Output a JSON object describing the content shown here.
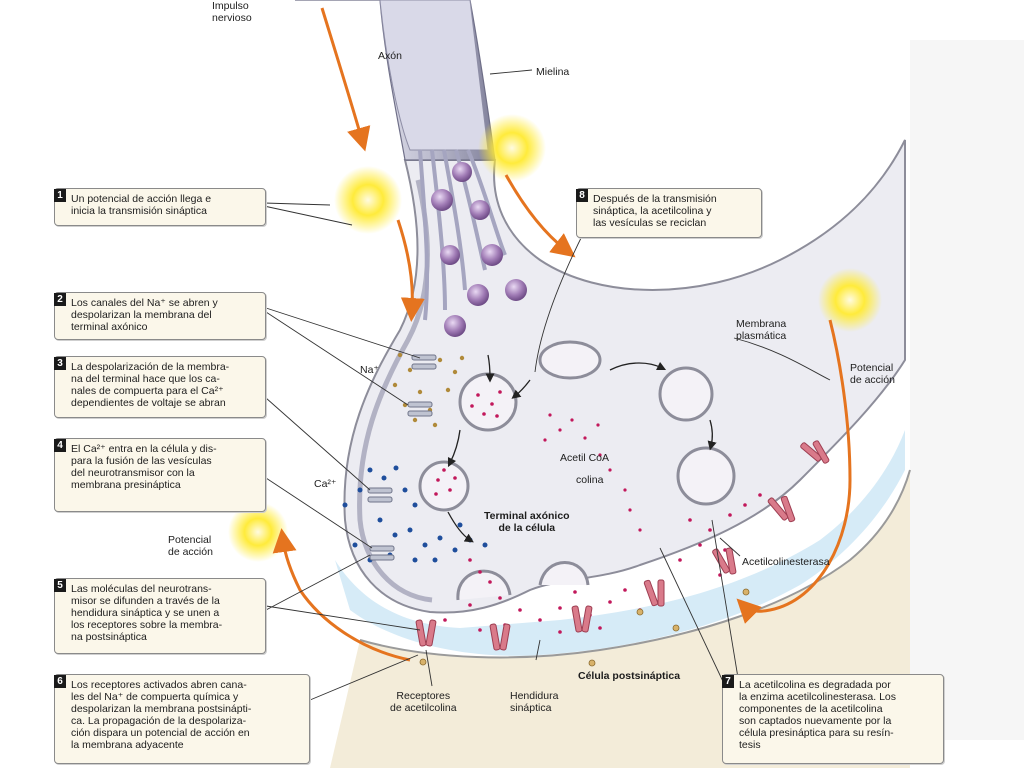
{
  "diagram": {
    "top_labels": {
      "impulse": "Impulso\nnervioso",
      "axon": "Axón",
      "myelin": "Mielina"
    },
    "labels": {
      "membrane": "Membrana\nplasmática",
      "potential_right": "Potencial\nde acción",
      "na": "Na⁺",
      "ca": "Ca²⁺",
      "acetyl_coa": "Acetil CoA",
      "choline": "colina",
      "terminal": "Terminal axónico\nde la célula",
      "potential_left": "Potencial\nde acción",
      "acetylcholinesterase": "Acetilcolinesterasa",
      "receptors": "Receptores\nde acetilcolina",
      "cleft": "Hendidura\nsináptica",
      "postsynaptic": "Célula postsináptica"
    },
    "steps": [
      {
        "num": "1",
        "text": "Un potencial de acción llega e\ninicia la transmisión sináptica"
      },
      {
        "num": "2",
        "text": "Los canales del Na⁺ se abren y\ndespolarizan la membrana del\nterminal axónico"
      },
      {
        "num": "3",
        "text": "La despolarización de la membra-\nna del terminal hace que los ca-\nnales de compuerta para el Ca²⁺\ndependientes de voltaje se abran"
      },
      {
        "num": "4",
        "text": "El Ca²⁺ entra en la célula y dis-\npara la fusión de las vesículas\ndel neurotransmisor con la\nmembrana presináptica"
      },
      {
        "num": "5",
        "text": "Las moléculas del neurotrans-\nmisor se difunden a través de la\nhendidura sináptica y se unen a\nlos receptores sobre la membra-\nna postsináptica"
      },
      {
        "num": "6",
        "text": "Los receptores activados abren cana-\nles del Na⁺ de compuerta química y\ndespolarizan la membrana postsinápti-\nca. La propagación de la despolariza-\nción dispara un potencial de acción en\nla membrana adyacente"
      },
      {
        "num": "7",
        "text": "La acetilcolina es degradada por\nla enzima acetilcolinesterasa. Los\ncomponentes de la acetilcolina\nson captados nuevamente por la\ncélula presináptica para su resín-\ntesis"
      },
      {
        "num": "8",
        "text": "Después de la transmisión\nsináptica, la acetilcolina y\nlas vesículas se reciclan"
      }
    ],
    "colors": {
      "axon": "#c9c9dc",
      "terminal": "#e9e9ee",
      "vesicle": "#a07bb5",
      "neurotransmitter": "#c2185b",
      "calcium": "#1f4e9c",
      "sodium": "#b08a3a",
      "action_potential": "#e5741f",
      "flash": "#ffe84a",
      "receptor": "#d97a8a",
      "cleft": "#cfe6f5"
    }
  }
}
